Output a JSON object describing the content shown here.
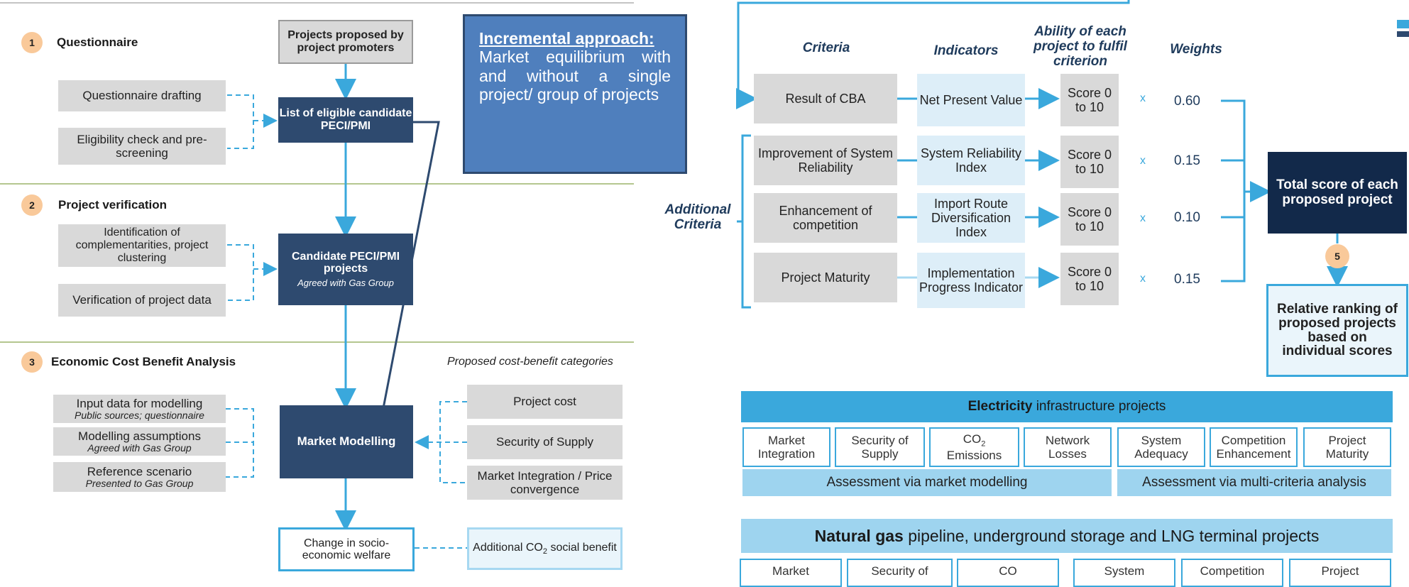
{
  "left": {
    "sections": [
      {
        "number": "1",
        "title": "Questionnaire"
      },
      {
        "number": "2",
        "title": "Project verification"
      },
      {
        "number": "3",
        "title": "Economic Cost Benefit Analysis"
      }
    ],
    "proposed": "Projects proposed by project promoters",
    "list_box": "List of eligible candidate PECI/PMI",
    "q_items": [
      "Questionnaire drafting",
      "Eligibility check and pre-screening"
    ],
    "candidate": {
      "title": "Candidate PECI/PMI projects",
      "sub": "Agreed with Gas Group"
    },
    "v_items": [
      "Identification of complementarities, project clustering",
      "Verification of project data"
    ],
    "inputs": [
      {
        "main": "Input data for modelling",
        "sub": "Public sources; questionnaire"
      },
      {
        "main": "Modelling assumptions",
        "sub": "Agreed with Gas Group"
      },
      {
        "main": "Reference scenario",
        "sub": "Presented to Gas Group"
      }
    ],
    "market_modelling": "Market Modelling",
    "categories_label": "Proposed cost-benefit categories",
    "categories": [
      "Project cost",
      "Security of Supply",
      "Market Integration / Price convergence"
    ],
    "welfare": "Change in socio-economic welfare",
    "co2_benefit": {
      "pre": "Additional CO",
      "sub": "2",
      "post": " social benefit"
    },
    "callout": {
      "title": "Incremental approach:",
      "body": "Market equilibrium with and without a single project/ group of projects"
    }
  },
  "right": {
    "headers": {
      "criteria": "Criteria",
      "indicators": "Indicators",
      "ability": "Ability of each project to fulfil criterion",
      "weights": "Weights"
    },
    "additional_criteria": "Additional Criteria",
    "rows": [
      {
        "criterion": "Result of CBA",
        "indicator": "Net Present Value",
        "score": "Score 0 to 10",
        "times": "x",
        "weight": "0.60"
      },
      {
        "criterion": "Improvement of System Reliability",
        "indicator": "System Reliability Index",
        "score": "Score 0 to 10",
        "times": "x",
        "weight": "0.15"
      },
      {
        "criterion": "Enhancement of competition",
        "indicator": "Import Route Diversification Index",
        "score": "Score 0 to 10",
        "times": "x",
        "weight": "0.10"
      },
      {
        "criterion": "Project Maturity",
        "indicator": "Implementation Progress Indicator",
        "score": "Score 0 to 10",
        "times": "x",
        "weight": "0.15"
      }
    ],
    "total_score": "Total score of each proposed project",
    "step5": "5",
    "ranking": "Relative ranking of proposed projects based on individual scores",
    "electricity": {
      "title_bold": "Electricity",
      "title_rest": " infrastructure projects",
      "cells": [
        {
          "a": "Market",
          "b": "Integration"
        },
        {
          "a": "Security of",
          "b": "Supply"
        },
        {
          "a": "CO",
          "sub": "2",
          "b": "Emissions"
        },
        {
          "a": "Network",
          "b": "Losses"
        },
        {
          "a": "System",
          "b": "Adequacy"
        },
        {
          "a": "Competition",
          "b": "Enhancement"
        },
        {
          "a": "Project",
          "b": "Maturity"
        }
      ],
      "band_left": "Assessment via market modelling",
      "band_right": "Assessment via multi-criteria analysis"
    },
    "gas": {
      "title_bold": "Natural gas",
      "title_rest": " pipeline, underground storage and LNG terminal projects",
      "cells": [
        "Market",
        "Security of",
        "CO",
        "System",
        "Competition",
        "Project"
      ]
    }
  },
  "colors": {
    "navy": "#2e4a6f",
    "accent": "#3aa8dc",
    "grey": "#d9d9d9",
    "callout": "#4f7fbd",
    "orange": "#f9c99a",
    "dark": "#12294a"
  }
}
